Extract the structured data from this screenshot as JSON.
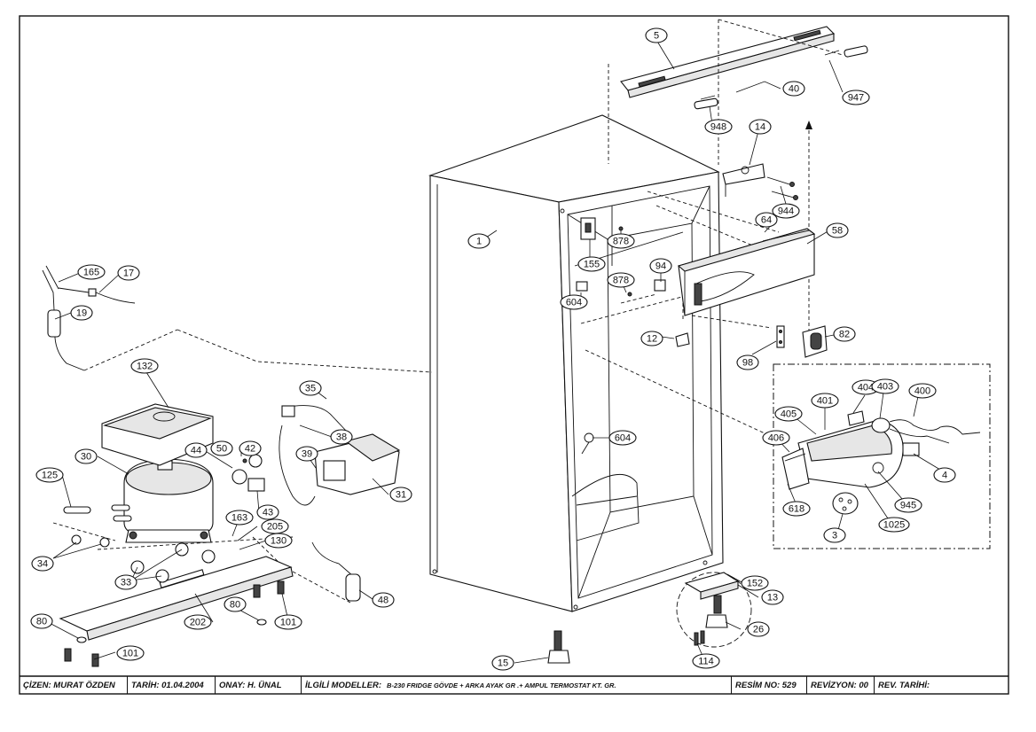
{
  "title_block": {
    "drawn_by": "ÇİZEN: MURAT ÖZDEN",
    "date": "TARİH: 01.04.2004",
    "approved_by": "ONAY: H. ÜNAL",
    "related_models_label": "İLGİLİ MODELLER:",
    "related_models_value": "B-230 FRIDGE  GÖVDE + ARKA AYAK GR .+ AMPUL TERMOSTAT KT. GR.",
    "drawing_no": "RESİM NO: 529",
    "revision": "REVİZYON: 00",
    "revision_date": "REV. TARİHİ:"
  },
  "callouts": [
    "5",
    "40",
    "947",
    "948",
    "14",
    "944",
    "1",
    "64",
    "58",
    "155",
    "878",
    "94",
    "878",
    "604",
    "12",
    "82",
    "98",
    "404",
    "403",
    "400",
    "401",
    "405",
    "406",
    "4",
    "618",
    "945",
    "3",
    "1025",
    "165",
    "17",
    "19",
    "132",
    "35",
    "38",
    "42",
    "50",
    "44",
    "39",
    "31",
    "30",
    "125",
    "163",
    "205",
    "43",
    "130",
    "34",
    "33",
    "80",
    "202",
    "80",
    "101",
    "101",
    "604",
    "48",
    "152",
    "13",
    "26",
    "15",
    "114"
  ]
}
